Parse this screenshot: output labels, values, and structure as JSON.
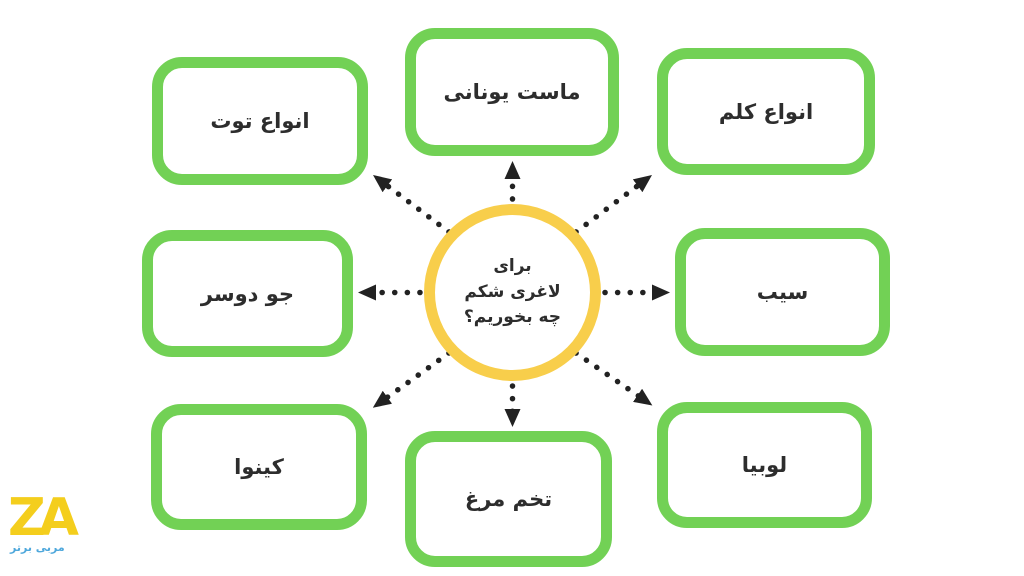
{
  "diagram": {
    "title_semantic": "belly-slimming-foods-mindmap",
    "center": {
      "line1": "برای",
      "line2": "لاغری شکم",
      "line3": "چه بخوریم؟",
      "ring_color": "#f8ce4b"
    },
    "node_border_color": "#72d155",
    "text_color": "#2d2d2d",
    "arrow_color": "#222222",
    "background_color": "#ffffff",
    "nodes": [
      {
        "id": "greek-yogurt",
        "position": "top",
        "label": "ماست یونانی"
      },
      {
        "id": "berries",
        "position": "top-left",
        "label": "انواع توت"
      },
      {
        "id": "cabbage",
        "position": "top-right",
        "label": "انواع کلم"
      },
      {
        "id": "oats",
        "position": "left",
        "label": "جو دوسر"
      },
      {
        "id": "apple",
        "position": "right",
        "label": "سیب"
      },
      {
        "id": "quinoa",
        "position": "bottom-left",
        "label": "کینوا"
      },
      {
        "id": "egg",
        "position": "bottom",
        "label": "تخم مرغ"
      },
      {
        "id": "beans",
        "position": "bottom-right",
        "label": "لوبیا"
      }
    ]
  },
  "logo": {
    "text": "ZA",
    "subtitle": "مربی برتر",
    "text_color": "#f4ce1d",
    "subtitle_color": "#4fa8dc"
  }
}
